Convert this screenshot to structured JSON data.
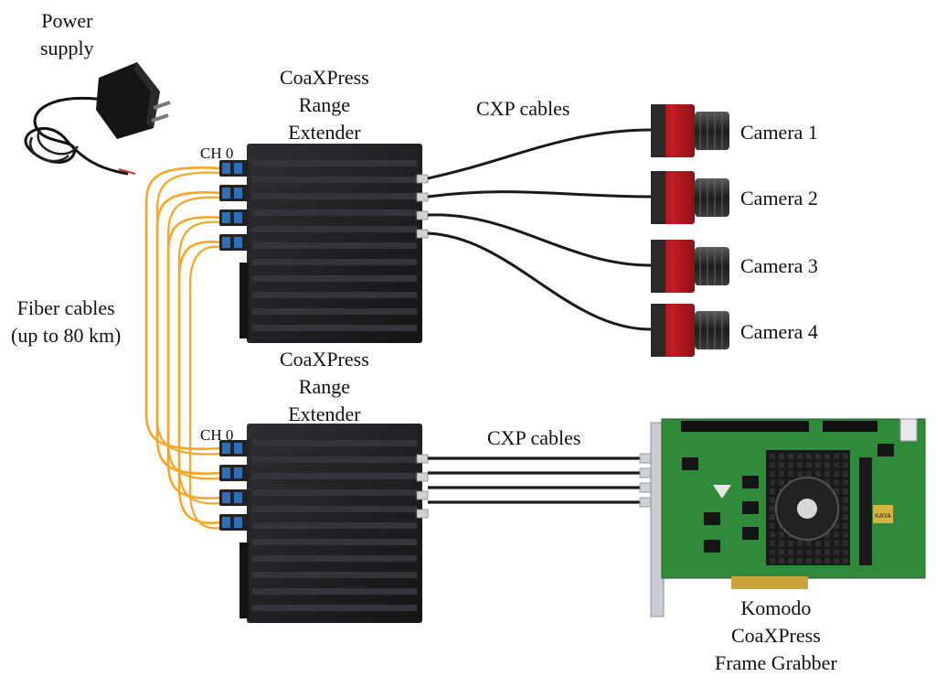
{
  "labels": {
    "power_supply": [
      "Power",
      "supply"
    ],
    "extender_top": [
      "CoaXPress",
      "Range",
      "Extender"
    ],
    "extender_bottom": [
      "CoaXPress",
      "Range",
      "Extender"
    ],
    "cxp_cables_top": "CXP cables",
    "cxp_cables_bottom": "CXP cables",
    "ch0_top": "CH 0",
    "ch0_bottom": "CH 0",
    "fiber_cables": [
      "Fiber cables",
      "(up to 80 km)"
    ],
    "cameras": [
      "Camera 1",
      "Camera 2",
      "Camera 3",
      "Camera 4"
    ],
    "frame_grabber": [
      "Komodo",
      "CoaXPress",
      "Frame Grabber"
    ],
    "board_brand": "KAYA"
  },
  "colors": {
    "extender_body": "#1e1f22",
    "extender_fin": "#33353a",
    "fiber_cable": "#f5a623",
    "fiber_port": "#2d6fb8",
    "cxp_cable": "#1a1a1a",
    "camera_body": "#b3181f",
    "camera_lens": "#2a2a2a",
    "pcb": "#2f8a3a",
    "heatsink": "#1a1a1a",
    "bracket": "#c9ccd0"
  }
}
